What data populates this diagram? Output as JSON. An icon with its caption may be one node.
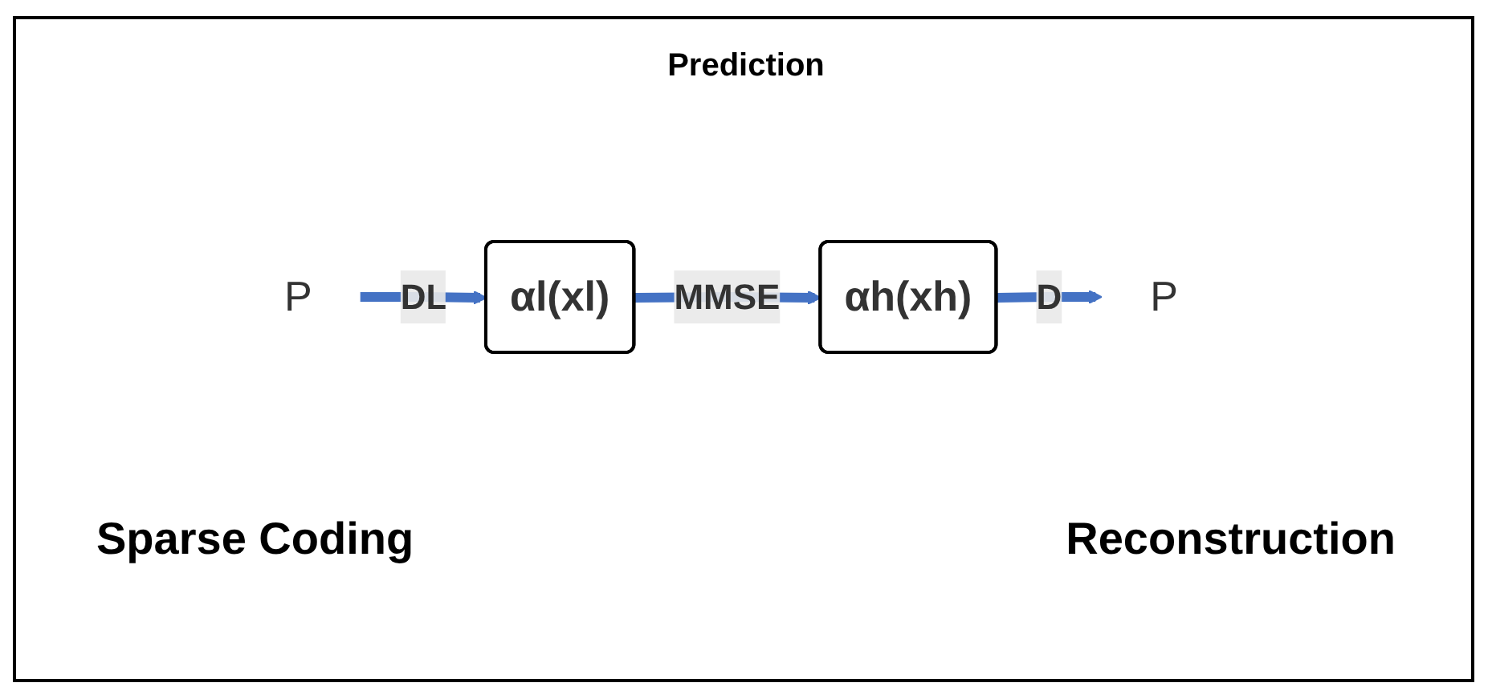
{
  "diagram": {
    "nodes": [
      {
        "text": [
          "P"
        ]
      },
      {
        "text": [
          "αl(xl)"
        ]
      },
      {
        "text": [
          "αh(xh)"
        ]
      },
      {
        "text": [
          "P"
        ]
      }
    ],
    "edges": [
      {
        "from": 0,
        "to": 1,
        "arrow": "to",
        "label": "DL"
      },
      {
        "from": 1,
        "to": 2,
        "arrow": "to",
        "label": "MMSE"
      },
      {
        "from": 2,
        "to": 3,
        "arrow": "to",
        "label": "D"
      }
    ],
    "labels": [
      "Prediction",
      "Sparse Coding",
      "Reconstruction"
    ]
  }
}
